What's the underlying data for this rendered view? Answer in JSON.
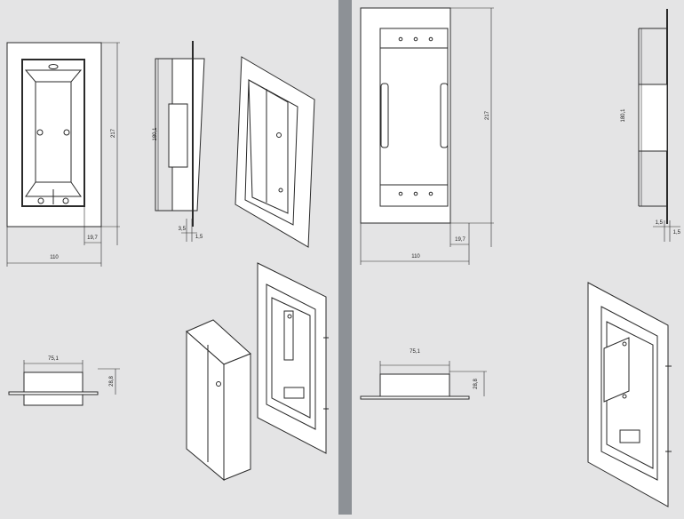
{
  "left_panel": {
    "front_view": {
      "width_label": "110",
      "height_label": "217",
      "depth_label": "19,7"
    },
    "side_view": {
      "height_label": "180,1",
      "offset_left_label": "3,5",
      "offset_right_label": "1,5"
    },
    "bottom_view": {
      "width_label": "75,1",
      "height_label": "28,8"
    }
  },
  "right_panel": {
    "front_view": {
      "width_label": "110",
      "height_label": "217",
      "depth_label": "19,7"
    },
    "side_view": {
      "height_label": "180,1",
      "offset_left_label": "1,5",
      "offset_right_label": "1,5"
    },
    "bottom_view": {
      "width_label": "75,1",
      "height_label": "28,8"
    }
  },
  "colors": {
    "background": "#e4e4e5",
    "divider": "#8d9196",
    "line": "#2a2a2a",
    "part_fill": "#ffffff"
  }
}
